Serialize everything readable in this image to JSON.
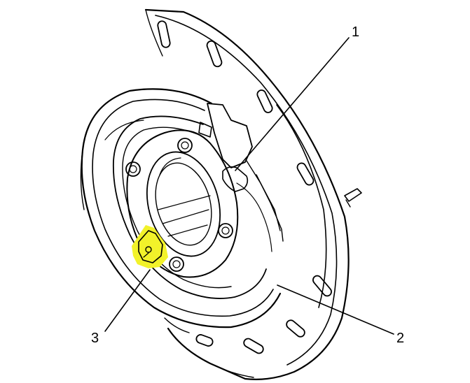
{
  "callouts": [
    {
      "number": "1"
    },
    {
      "number": "2"
    },
    {
      "number": "3"
    }
  ],
  "colors": {
    "highlight": "#f2f22a",
    "ink": "#000000",
    "background": "#ffffff"
  }
}
